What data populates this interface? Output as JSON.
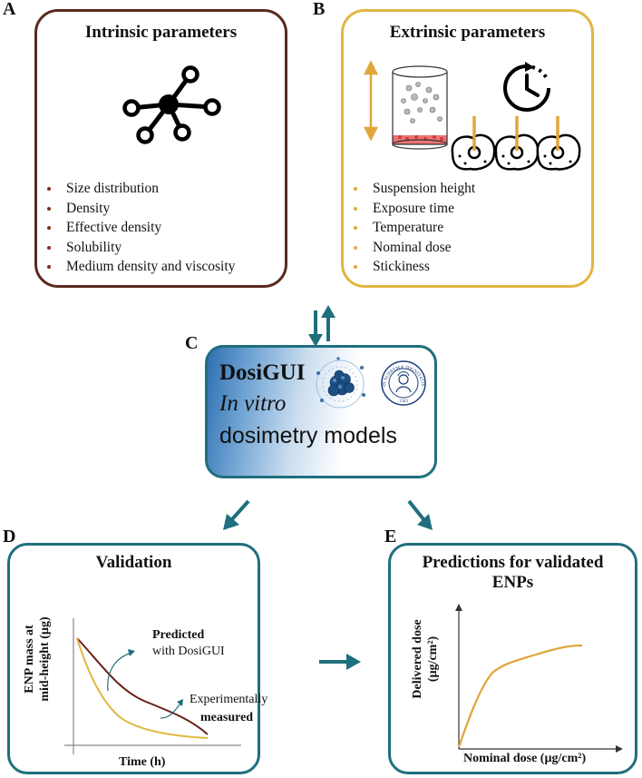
{
  "panels": {
    "A": {
      "letter": "A",
      "title": "Intrinsic parameters",
      "border_color": "#5a2a1c",
      "bullet_color": "#7b2e22",
      "items": [
        "Size distribution",
        "Density",
        "Effective density",
        "Solubility",
        "Medium density and viscosity"
      ],
      "icon": "molecule-icon"
    },
    "B": {
      "letter": "B",
      "title": "Extrinsic parameters",
      "border_color": "#e0b640",
      "bullet_color": "#e0a63a",
      "items": [
        "Suspension height",
        "Exposure time",
        "Temperature",
        "Nominal dose",
        "Stickiness"
      ],
      "icons": [
        "suspension-well-icon",
        "timer-icon",
        "cells-icon"
      ]
    },
    "C": {
      "letter": "C",
      "title_bold": "DosiGUI",
      "subtitle_italic": "In vitro",
      "subtitle": "dosimetry models",
      "border_color": "#1f6f7e",
      "icons": [
        "nanoparticle-icon",
        "university-seal-icon"
      ],
      "seal_text": "IN SUPREMÆ DIGNITATIS",
      "seal_year": "1343"
    },
    "D": {
      "letter": "D",
      "title": "Validation",
      "border_color": "#1f6f7e",
      "y_label_line1": "ENP mass at",
      "y_label_line2": "mid-height (µg)",
      "x_label": "Time (h)",
      "annotation_predicted_bold": "Predicted",
      "annotation_predicted_rest": "with DosiGUI",
      "annotation_measured_line1": "Experimentally",
      "annotation_measured_bold": "measured",
      "predicted_color": "#6b1f1a",
      "measured_color": "#e0b640"
    },
    "E": {
      "letter": "E",
      "title_line1": "Predictions for validated",
      "title_line2": "ENPs",
      "border_color": "#1f6f7e",
      "y_label_line1": "Delivered dose",
      "y_label_line2": "(µg/cm²)",
      "x_label": "Nominal dose (µg/cm²)",
      "curve_color": "#e0a63a"
    }
  },
  "arrow_color": "#1f6f7e"
}
